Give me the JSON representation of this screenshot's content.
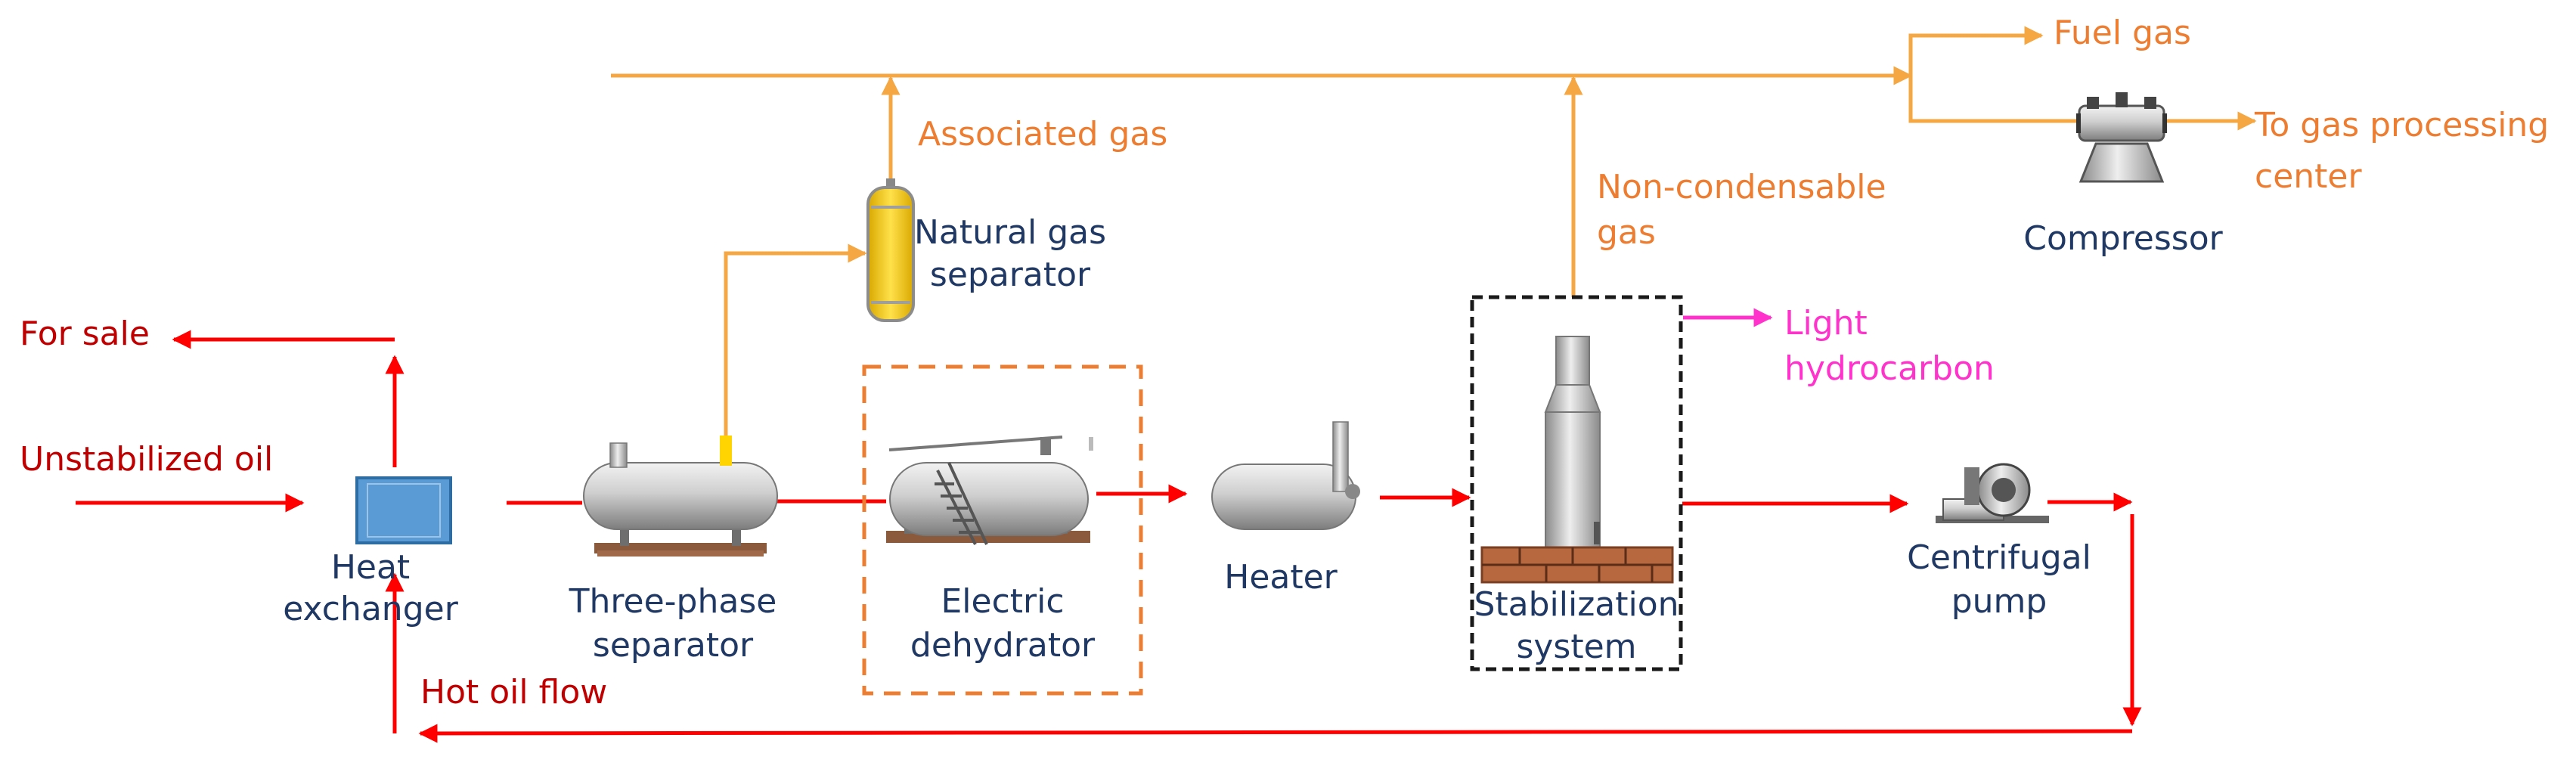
{
  "colors": {
    "oil_line": "#FF0000",
    "gas_line": "#F4A742",
    "equipment_label": "#1F3864",
    "oil_label": "#C00000",
    "gas_label": "#ED7D31",
    "light_hydrocarbon": "#FF33CC"
  },
  "streams": {
    "for_sale": "For sale",
    "unstabilized_oil": "Unstabilized oil",
    "hot_oil_flow": "Hot oil flow",
    "associated_gas": "Associated gas",
    "fuel_gas": "Fuel gas",
    "to_gas_processing_line1": "To gas processing",
    "to_gas_processing_line2": "center",
    "non_condensable_line1": "Non-condensable",
    "non_condensable_line2": "gas",
    "light_hydrocarbon_line1": "Light",
    "light_hydrocarbon_line2": "hydrocarbon"
  },
  "equipment": {
    "heat_exchanger_line1": "Heat",
    "heat_exchanger_line2": "exchanger",
    "three_phase_line1": "Three-phase",
    "three_phase_line2": "separator",
    "natural_gas_line1": "Natural gas",
    "natural_gas_line2": "separator",
    "electric_dehydrator_line1": "Electric",
    "electric_dehydrator_line2": "dehydrator",
    "heater": "Heater",
    "stabilization_line1": "Stabilization",
    "stabilization_line2": "system",
    "compressor": "Compressor",
    "centrifugal_line1": "Centrifugal",
    "centrifugal_line2": "pump"
  }
}
